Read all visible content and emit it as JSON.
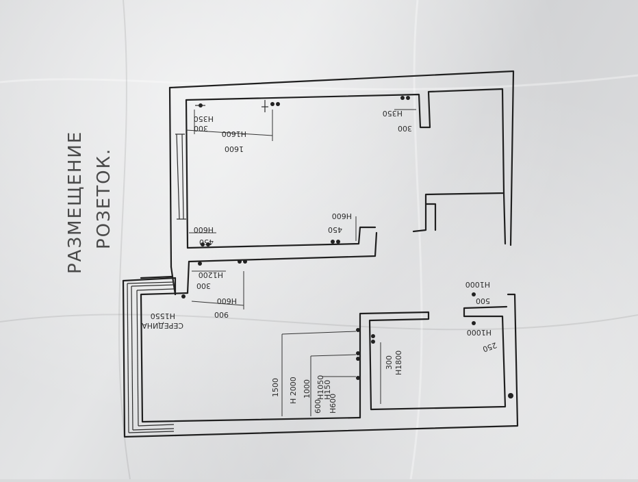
{
  "title": {
    "line1": "РАЗМЕЩЕНИЕ",
    "line2": "РОЗЕТОК."
  },
  "dimensions": {
    "d300_a": "300",
    "h350_a": "H350",
    "h1600_a": "H1600",
    "d1600": "1600",
    "h350_b": "H350",
    "d300_b": "300",
    "h600_a": "H600",
    "d450_a": "450",
    "h600_b": "H600",
    "d450_b": "450",
    "h1200": "H1200",
    "d300_c": "300",
    "h600_c": "H600",
    "d900": "900",
    "seredina": "СЕРЕДИНА",
    "h1550": "H1550",
    "d1500": "1500",
    "h2000": "H 2000",
    "d1000": "1000",
    "h1050": "H1050",
    "h150": "H150",
    "d600": "600",
    "h600_d": "H600",
    "d300_d": "300",
    "h1800": "H1800",
    "h1000_a": "H1000",
    "d500": "500",
    "h1000_b": "H1000",
    "d250": "250"
  }
}
